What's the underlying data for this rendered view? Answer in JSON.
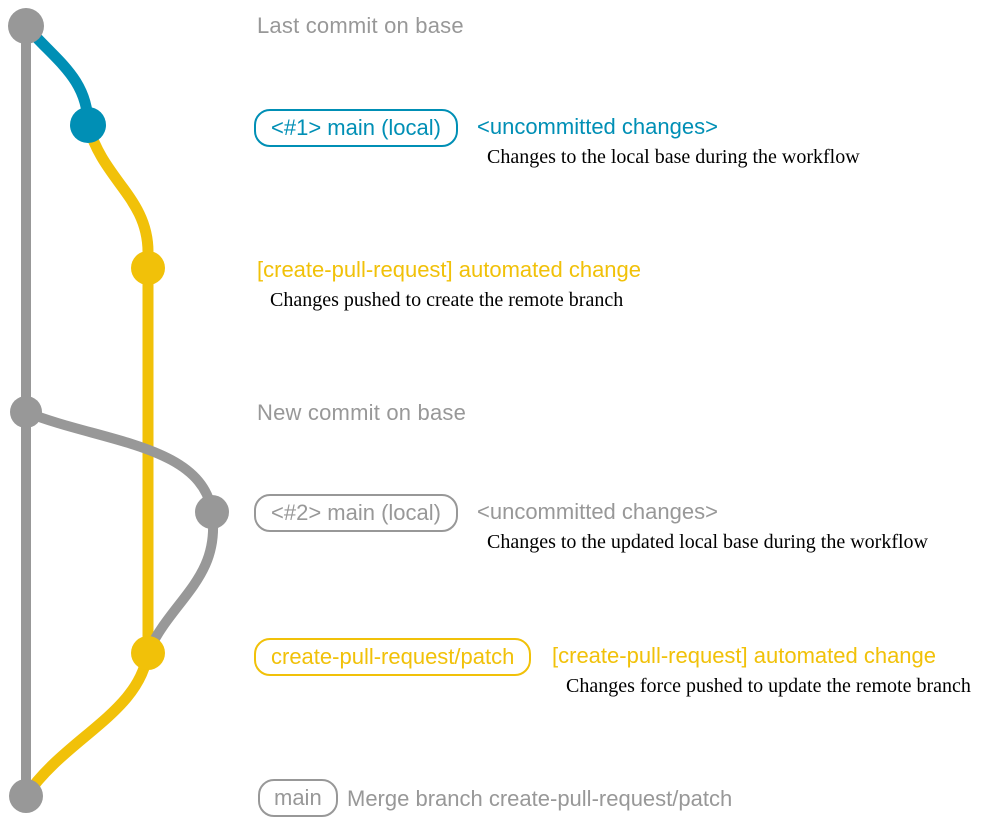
{
  "colors": {
    "gray": "#989898",
    "blue": "#008fb5",
    "yellow": "#f1c109",
    "description_text": "#000000",
    "background": "#ffffff"
  },
  "diagram": {
    "captions": {
      "top": "Last commit on base",
      "middle": "New commit on base"
    },
    "events": [
      {
        "branch_label": "<#1> main (local)",
        "status": "<uncommitted changes>",
        "description": "Changes to the local base during the workflow",
        "color": "blue"
      },
      {
        "commit_message": "[create-pull-request] automated change",
        "description": "Changes pushed to create the remote branch",
        "color": "yellow"
      },
      {
        "branch_label": "<#2> main (local)",
        "status": "<uncommitted changes>",
        "description": "Changes to the updated local base during the workflow",
        "color": "gray"
      },
      {
        "branch_label": "create-pull-request/patch",
        "commit_message": "[create-pull-request] automated change",
        "description": "Changes force pushed to update the remote branch",
        "color": "yellow"
      },
      {
        "branch_label": "main",
        "commit_message": "Merge branch create-pull-request/patch",
        "color": "gray"
      }
    ]
  }
}
